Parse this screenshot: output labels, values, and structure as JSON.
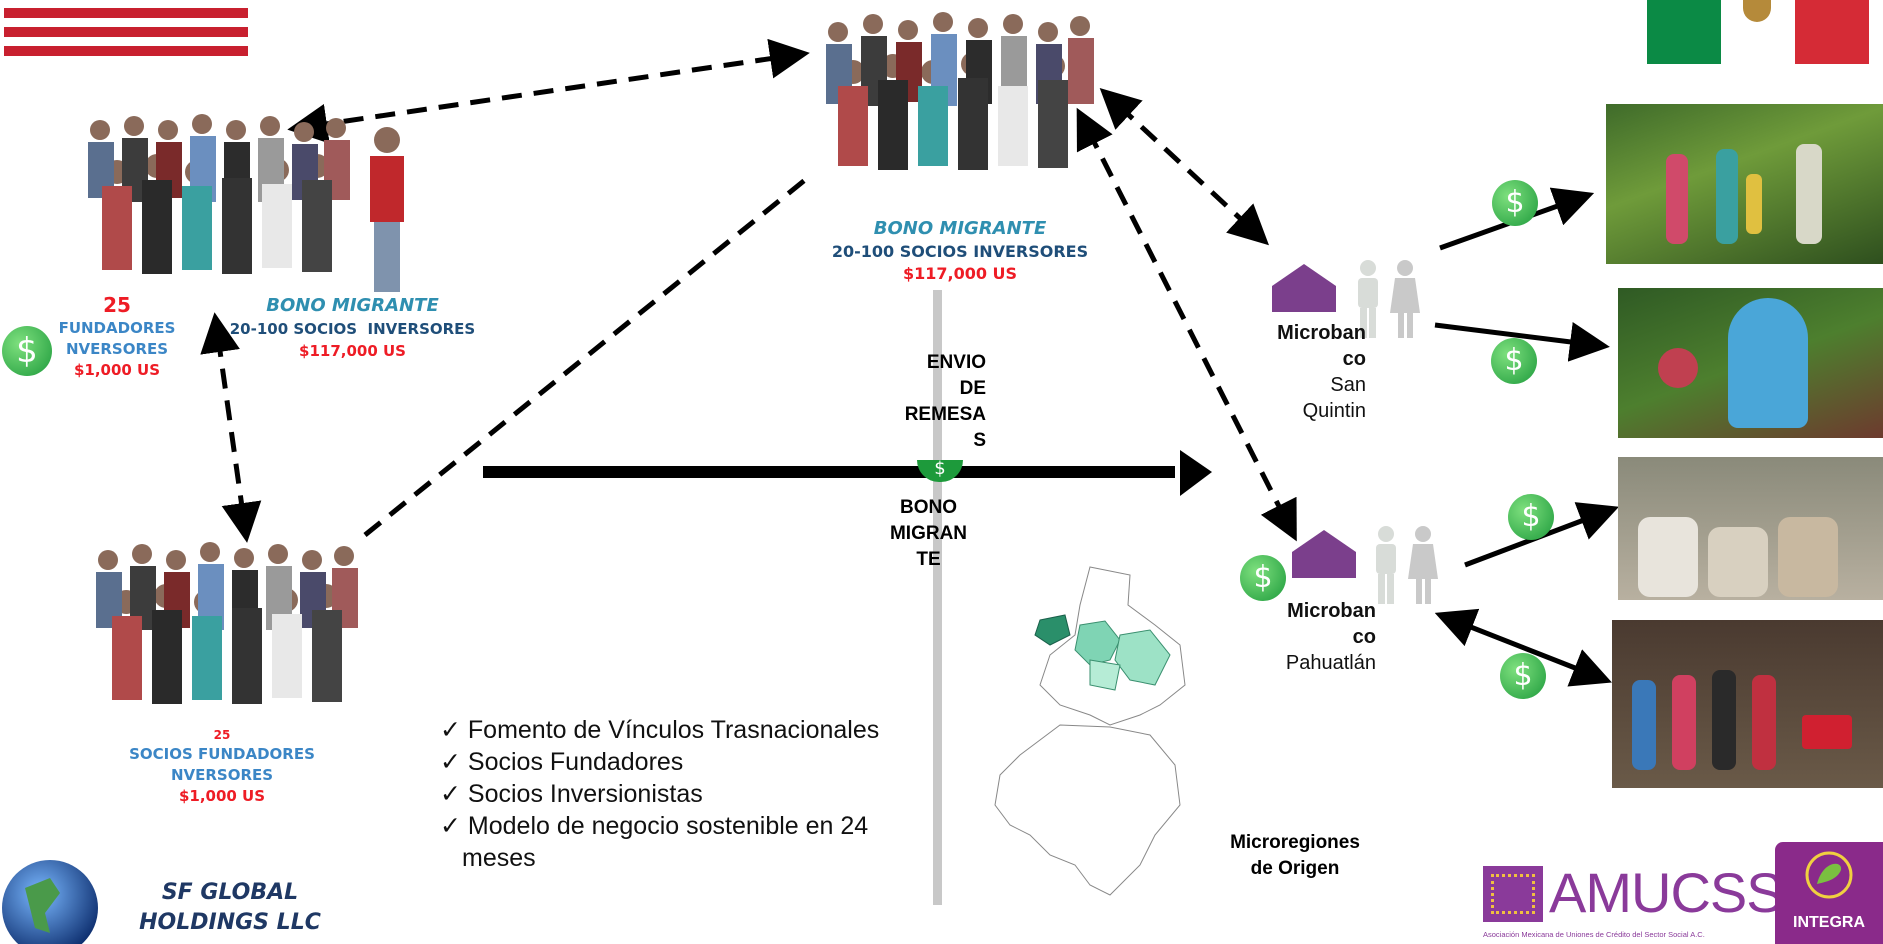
{
  "top_center": {
    "title": "BONO MIGRANTE",
    "subtitle": "20-100 SOCIOS INVERSORES",
    "amount": "$117,000 US"
  },
  "left_group": {
    "count": "25",
    "label1": "FUNDADORES",
    "label2": "NVERSORES",
    "amount": "$1,000 US",
    "bono_title": "BONO MIGRANTE",
    "bono_subtitle": "20-100 SOCIOS  INVERSORES",
    "bono_amount": "$117,000 US"
  },
  "bottom_group": {
    "count": "25",
    "label1": "SOCIOS FUNDADORES",
    "label2": "NVERSORES",
    "amount": "$1,000 US"
  },
  "center_flow": {
    "remesas_label": "ENVIO\nDE\nREMESA\nS",
    "bono_label": "BONO\nMIGRAN\nTE"
  },
  "checklist": [
    "Fomento de Vínculos Trasnacionales",
    "Socios Fundadores",
    "Socios Inversionistas",
    "Modelo de negocio sostenible en 24 meses"
  ],
  "microbanco_1": {
    "name": "Microban\nco",
    "place": "San\nQuintin"
  },
  "microbanco_2": {
    "name": "Microban\nco",
    "place": "Pahuatlán"
  },
  "map_label": "Microregiones\nde Origen",
  "company": "SF GLOBAL\nHOLDINGS LLC",
  "logos": {
    "amucss": "AMUCSS",
    "amucss_sub": "Asociación Mexicana de Uniones de Crédito del Sector Social A.C.",
    "integra": "INTEGRA"
  },
  "icons": {
    "dollar": "dollar-coin-icon",
    "house": "house-icon",
    "people": "people-icon"
  },
  "colors": {
    "accent_red": "#ee1c25",
    "accent_blue": "#3b86c6",
    "purple": "#7b3f8c",
    "green": "#22a04a"
  }
}
